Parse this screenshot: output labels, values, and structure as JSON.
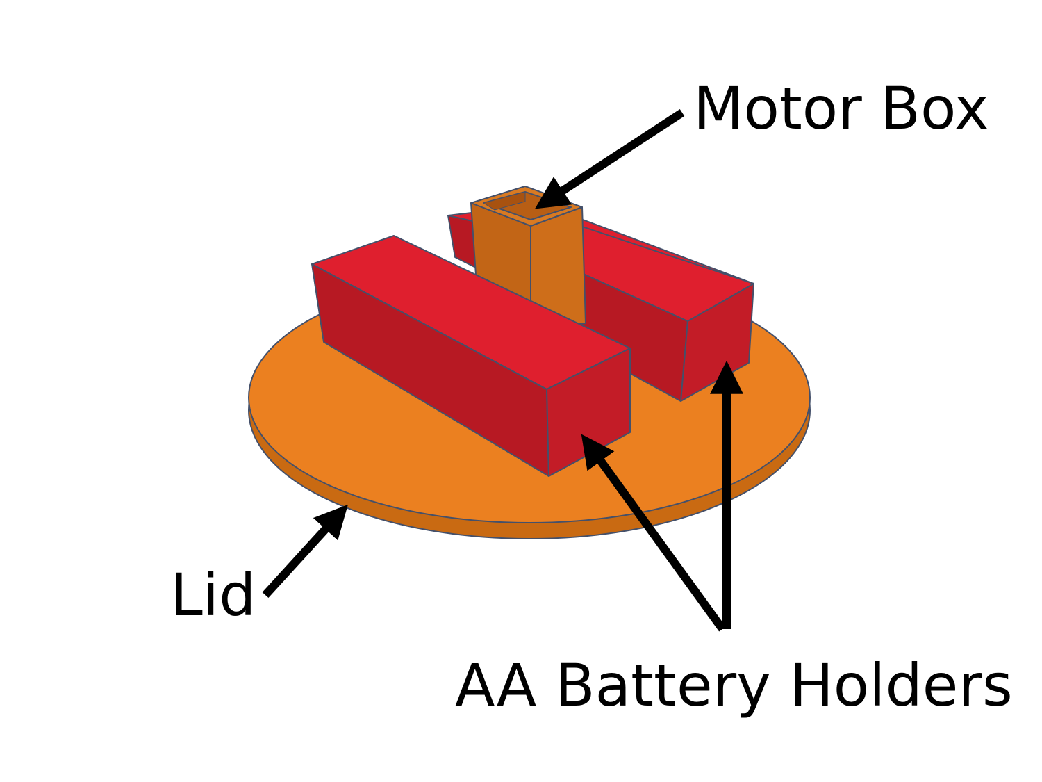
{
  "labels": {
    "motor_box": "Motor Box",
    "lid": "Lid",
    "battery_holders": "AA Battery Holders"
  },
  "colors": {
    "lid_top": "#EB8020",
    "lid_edge": "#C96A12",
    "holder_top": "#DF1F2E",
    "holder_front": "#B71923",
    "holder_side": "#C31C27",
    "motor_front": "#C26516",
    "motor_side": "#CE6E1A",
    "outline": "#44506A",
    "arrow": "#000000"
  }
}
